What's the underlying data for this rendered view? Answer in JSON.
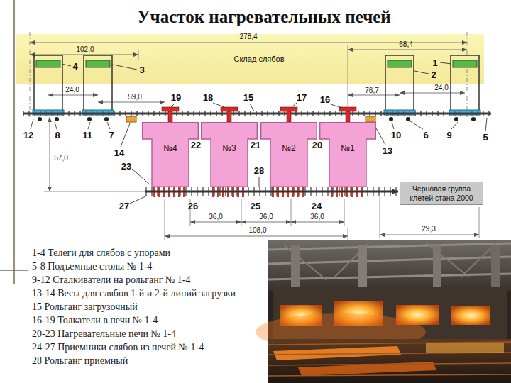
{
  "diagram": {
    "title": "Участок нагревательных печей",
    "nodes": [
      {
        "text": [
          "Склад слябов"
        ]
      },
      {
        "text": [
          "№4"
        ]
      },
      {
        "text": [
          "№3"
        ]
      },
      {
        "text": [
          "№2"
        ]
      },
      {
        "text": [
          "№1"
        ]
      },
      {
        "text": [
          "Черновая группа клетей стана 2000"
        ]
      }
    ],
    "labels": [
      "278,4",
      "102,0",
      "68,4",
      "24,0",
      "59,0",
      "76,7",
      "24,0",
      "57,0",
      "36,0",
      "36,0",
      "36,0",
      "108,0",
      "29,3",
      "4",
      "3",
      "1",
      "2",
      "12",
      "8",
      "11",
      "7",
      "19",
      "18",
      "15",
      "17",
      "16",
      "10",
      "6",
      "9",
      "5",
      "22",
      "21",
      "20",
      "13",
      "14",
      "23",
      "28",
      "27",
      "26",
      "25",
      "24",
      "1-4 Телеги для слябов с упорами",
      "5-8 Подъемные столы № 1-4",
      "9-12 Сталкиватели на рольганг № 1-4",
      "13-14 Весы для слябов 1-й и 2-й линий загрузки",
      "15 Рольганг загрузочный",
      "16-19 Толкатели в печи № 1-4",
      "20-23 Нагревательные печи № 1-4",
      "24-27 Приемники слябов из печей № 1-4",
      "28 Рольганг приемный"
    ]
  }
}
